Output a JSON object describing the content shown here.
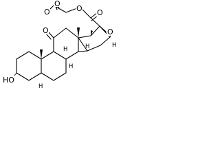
{
  "atoms": {
    "acetyl_carbonyl_o": "O",
    "ester_o": "O",
    "ketone20_o": "O",
    "ketone11_o": "O",
    "epoxide_o": "O",
    "hydroxyl": "HO",
    "h_c14": "H",
    "h_c9": "H",
    "h_c8": "H",
    "h_c5": "H",
    "h_c16": "H"
  }
}
